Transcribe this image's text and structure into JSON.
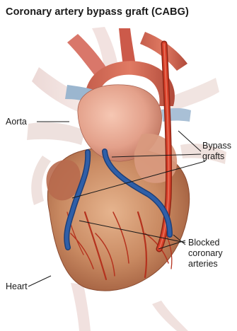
{
  "title": "Coronary artery bypass graft (CABG)",
  "labels": {
    "aorta": "Aorta",
    "bypass_grafts": [
      "Bypass",
      "grafts"
    ],
    "blocked_arteries": [
      "Blocked",
      "coronary",
      "arteries"
    ],
    "heart": "Heart"
  },
  "colors": {
    "heart_muscle": "#c98a6a",
    "aorta": "#e8a58f",
    "graft_red": "#d8402a",
    "graft_blue": "#2f5fa8",
    "coronary_vessels": "#b5321e"
  }
}
